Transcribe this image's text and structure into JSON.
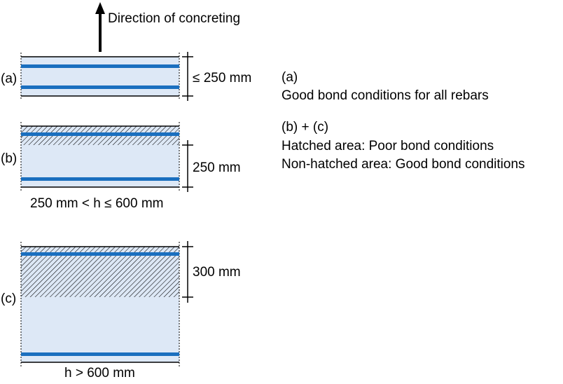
{
  "direction_label": "Direction of concreting",
  "panels": [
    {
      "id": "a",
      "label": "(a)",
      "dim_label": "≤ 250 mm",
      "bottom_label": ""
    },
    {
      "id": "b",
      "label": "(b)",
      "dim_label": "250 mm",
      "bottom_label": "250 mm < h ≤ 600 mm"
    },
    {
      "id": "c",
      "label": "(c)",
      "dim_label": "300 mm",
      "bottom_label": "h > 600 mm"
    }
  ],
  "legend": {
    "a_title": "(a)",
    "a_text": "Good bond conditions for all rebars",
    "bc_title": "(b) + (c)",
    "hatched_text": "Hatched area: Poor bond conditions",
    "nonhatched_text": "Non-hatched area: Good bond conditions"
  },
  "colors": {
    "slab_fill": "#dde8f6",
    "rebar": "#1a6fbf",
    "outline": "#000000",
    "hatch": "#000000"
  }
}
